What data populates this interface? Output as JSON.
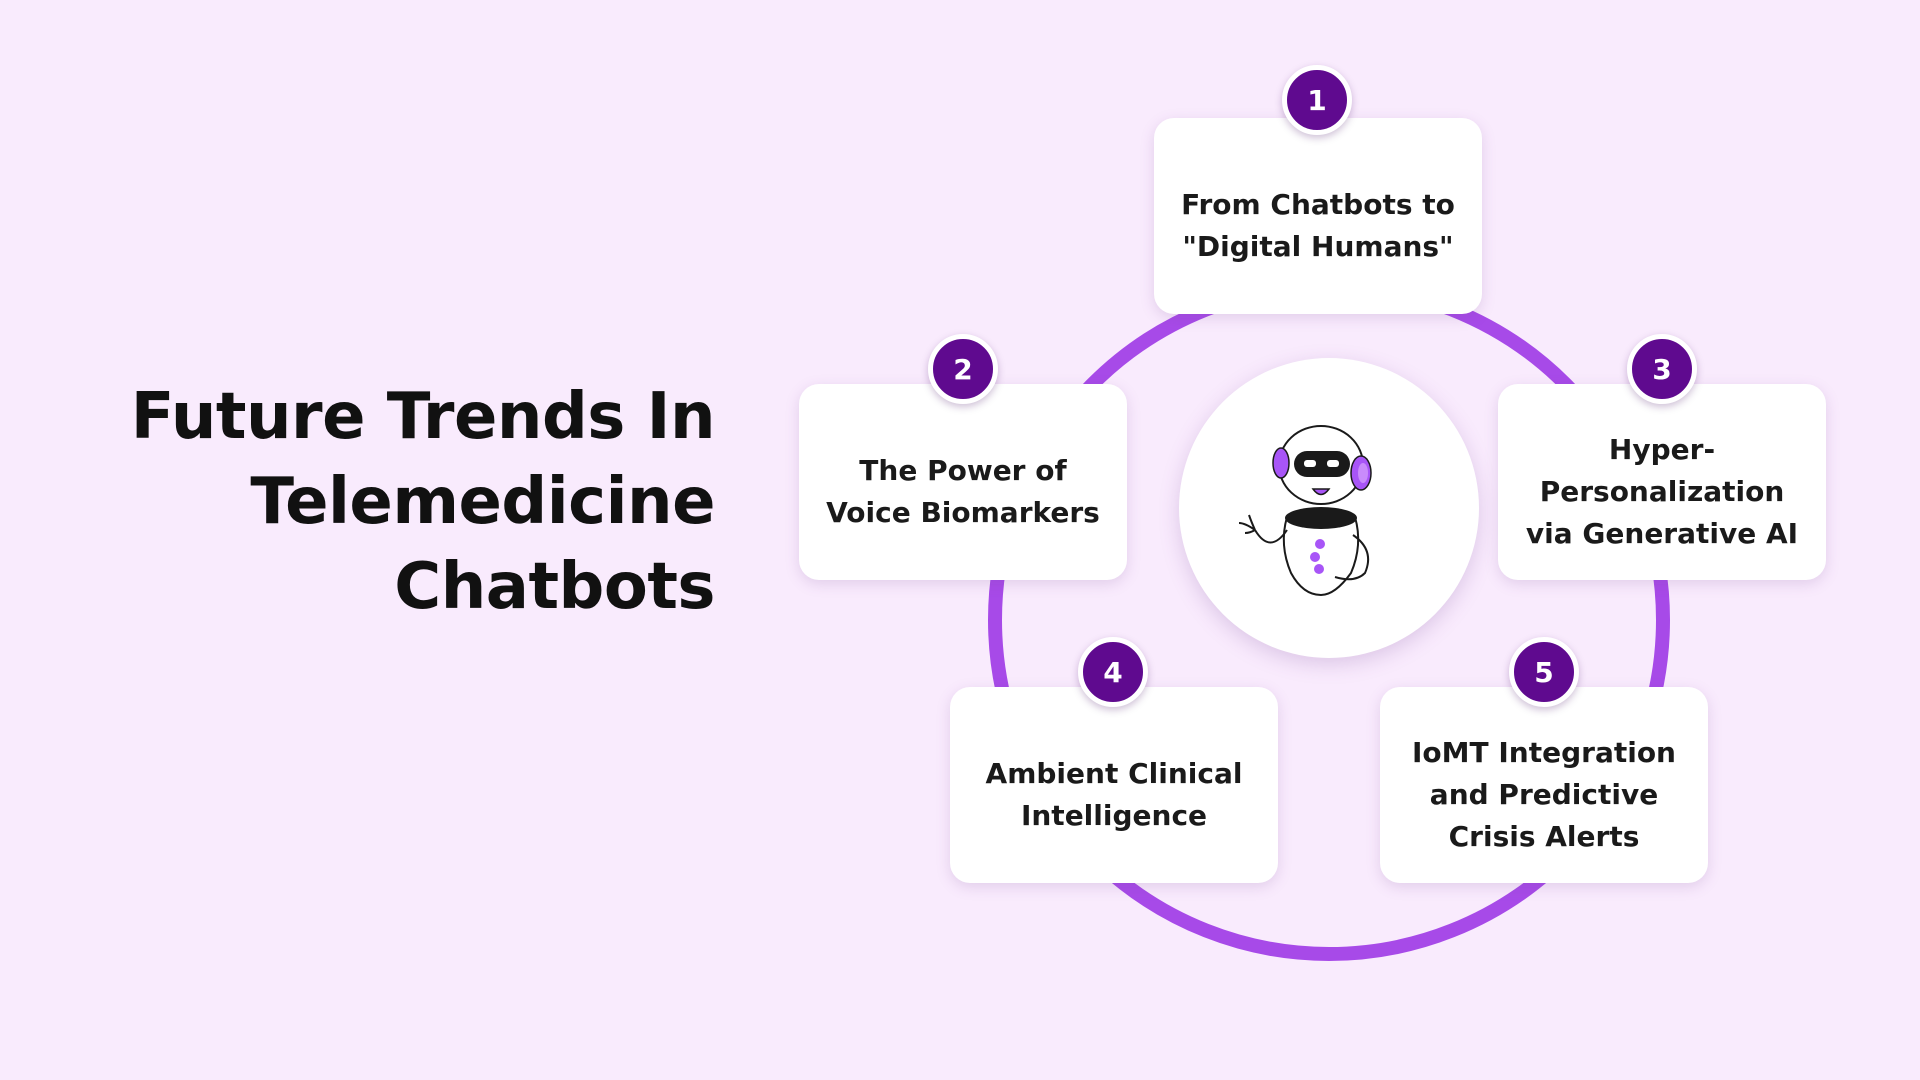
{
  "title": {
    "lines": [
      "Future Trends In",
      "Telemedicine",
      "Chatbots"
    ]
  },
  "colors": {
    "background": "#f9ebfd",
    "ring": "#a74ae8",
    "badge": "#5f0a8f",
    "card": "#ffffff",
    "robot_accent": "#a855f7"
  },
  "center": {
    "icon": "robot-assistant-icon"
  },
  "items": [
    {
      "number": "1",
      "label": "From Chatbots to\n\"Digital Humans\""
    },
    {
      "number": "2",
      "label": "The Power of\nVoice Biomarkers"
    },
    {
      "number": "3",
      "label": "Hyper-\nPersonalization\nvia Generative AI"
    },
    {
      "number": "4",
      "label": "Ambient Clinical\nIntelligence"
    },
    {
      "number": "5",
      "label": "IoMT Integration\nand Predictive\nCrisis Alerts"
    }
  ]
}
